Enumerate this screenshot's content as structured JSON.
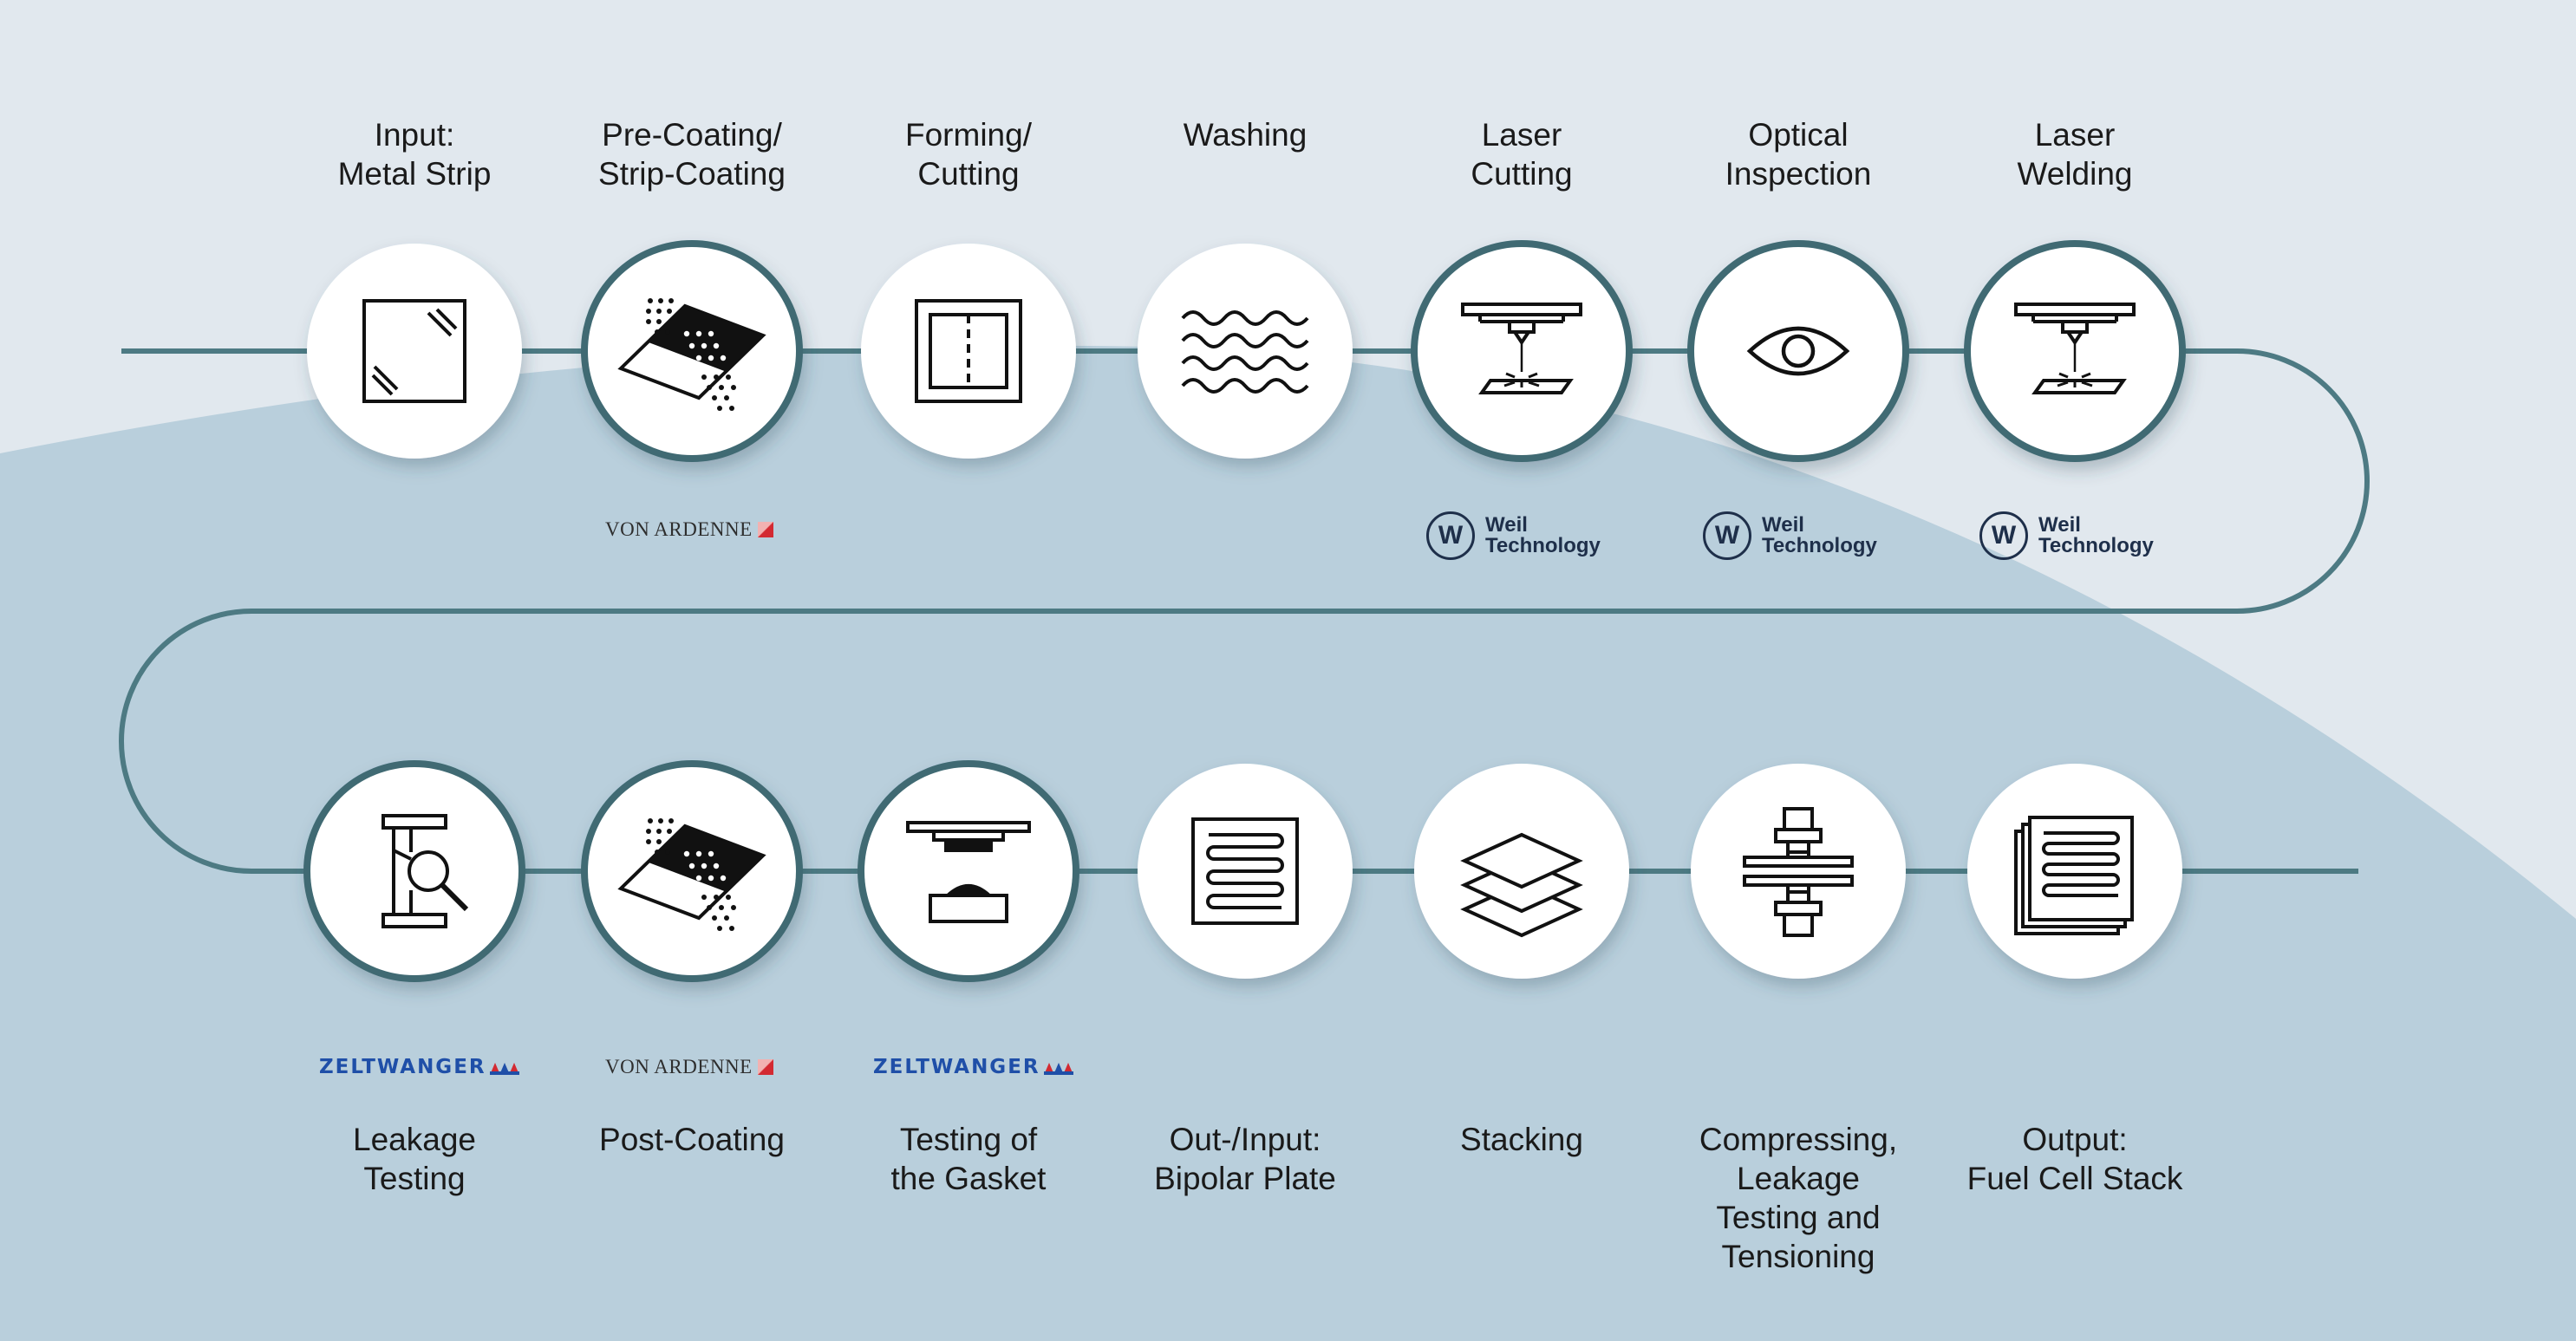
{
  "colors": {
    "background_light": "#e1e8ee",
    "background_wave": "#b9cfdc",
    "path_line": "#4d7a83",
    "circle_ring": "#3f6a73",
    "circle_fill": "#ffffff",
    "icon": "#111111",
    "weil_navy": "#1e2f4a",
    "zeltwanger_blue": "#1f4fa8",
    "vonardenne_red": "#d32a32"
  },
  "process_steps": [
    {
      "label": "Input:\nMetal Strip",
      "icon": "metal-strip-icon",
      "ring": false,
      "logo": null
    },
    {
      "label": "Pre-Coating/\nStrip-Coating",
      "icon": "coating-icon",
      "ring": true,
      "logo": "vonardenne"
    },
    {
      "label": "Forming/\nCutting",
      "icon": "forming-cutting-icon",
      "ring": false,
      "logo": null
    },
    {
      "label": "Washing",
      "icon": "washing-icon",
      "ring": false,
      "logo": null
    },
    {
      "label": "Laser\nCutting",
      "icon": "laser-icon",
      "ring": true,
      "logo": "weil"
    },
    {
      "label": "Optical\nInspection",
      "icon": "eye-icon",
      "ring": true,
      "logo": "weil"
    },
    {
      "label": "Laser\nWelding",
      "icon": "laser-icon",
      "ring": true,
      "logo": "weil"
    },
    {
      "label": "Leakage\nTesting",
      "icon": "leakage-test-icon",
      "ring": true,
      "logo": "zeltwanger"
    },
    {
      "label": "Post-Coating",
      "icon": "coating-icon",
      "ring": true,
      "logo": "vonardenne"
    },
    {
      "label": "Testing of\nthe Gasket",
      "icon": "gasket-test-icon",
      "ring": true,
      "logo": "zeltwanger"
    },
    {
      "label": "Out-/Input:\nBipolar Plate",
      "icon": "bipolar-plate-icon",
      "ring": false,
      "logo": null
    },
    {
      "label": "Stacking",
      "icon": "stacking-icon",
      "ring": false,
      "logo": null
    },
    {
      "label": "Compressing,\nLeakage\nTesting and\nTensioning",
      "icon": "press-icon",
      "ring": false,
      "logo": null
    },
    {
      "label": "Output:\nFuel Cell Stack",
      "icon": "fuel-cell-stack-icon",
      "ring": false,
      "logo": null
    }
  ],
  "logos": {
    "vonardenne": "VON ARDENNE",
    "weil_line1": "Weil",
    "weil_line2": "Technology",
    "weil_letter": "W",
    "zeltwanger": "ZELTWANGER"
  }
}
